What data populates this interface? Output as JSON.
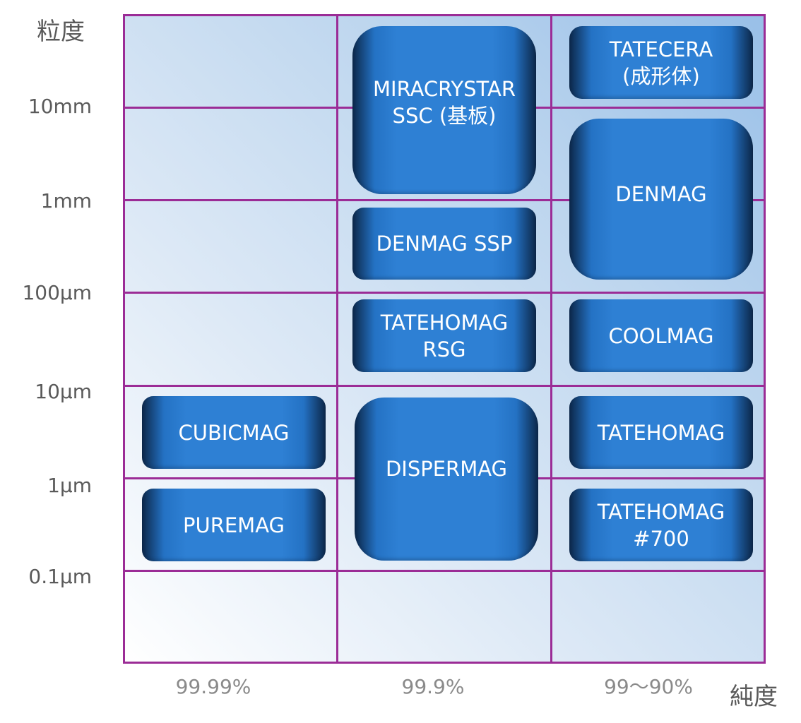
{
  "y_axis": {
    "title": "粒度",
    "ticks": [
      "10mm",
      "1mm",
      "100μm",
      "10μm",
      "1μm",
      "0.1μm"
    ]
  },
  "x_axis": {
    "title": "純度",
    "ticks": [
      "99.99%",
      "99.9%",
      "99〜90%"
    ]
  },
  "products": [
    {
      "id": "miracrystar",
      "label": "MIRACRYSTAR\nSSC (基板)",
      "purity": "99.9%"
    },
    {
      "id": "tatecera",
      "label": "TATECERA\n(成形体)",
      "purity": "99〜90%"
    },
    {
      "id": "denmag",
      "label": "DENMAG",
      "purity": "99〜90%"
    },
    {
      "id": "denmag-ssp",
      "label": "DENMAG SSP",
      "purity": "99.9%"
    },
    {
      "id": "tatehomag-rsg",
      "label": "TATEHOMAG\nRSG",
      "purity": "99.9%"
    },
    {
      "id": "coolmag",
      "label": "COOLMAG",
      "purity": "99〜90%"
    },
    {
      "id": "cubicmag",
      "label": "CUBICMAG",
      "purity": "99.99%"
    },
    {
      "id": "dispermag",
      "label": "DISPERMAG",
      "purity": "99.9%"
    },
    {
      "id": "tatehomag",
      "label": "TATEHOMAG",
      "purity": "99〜90%"
    },
    {
      "id": "puremag",
      "label": "PUREMAG",
      "purity": "99.99%"
    },
    {
      "id": "tatehomag-700",
      "label": "TATEHOMAG\n#700",
      "purity": "99〜90%"
    }
  ],
  "colors": {
    "grid_line": "#9b2c96",
    "box": "#2e80d4",
    "box_edge": "#0c2749"
  }
}
